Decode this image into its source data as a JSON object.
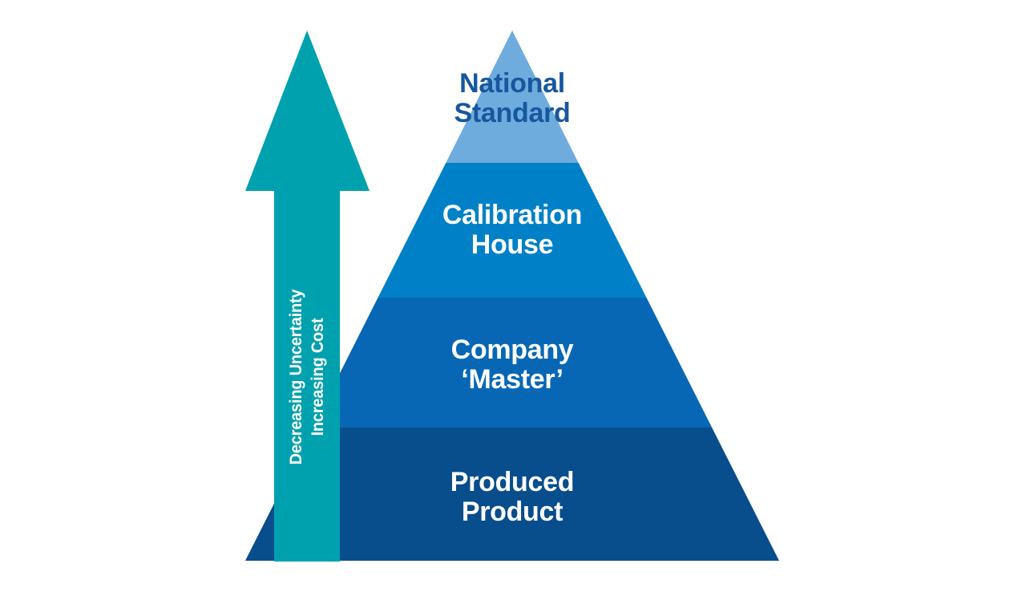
{
  "diagram": {
    "pyramid": {
      "levels": [
        {
          "label": "National Standard",
          "lines": "National\nStandard",
          "fill": "#6FACDE",
          "text_color": "#17579E"
        },
        {
          "label": "Calibration House",
          "lines": "Calibration\nHouse",
          "fill": "#0080C6",
          "text_color": "#FFFFFF"
        },
        {
          "label": "Company ‘Master’",
          "lines": "Company\n‘Master’",
          "fill": "#0767B4",
          "text_color": "#FFFFFF"
        },
        {
          "label": "Produced Product",
          "lines": "Produced\nProduct",
          "fill": "#084D8C",
          "text_color": "#FFFFFF"
        }
      ]
    },
    "arrow": {
      "label": "Decreasing Uncertainty Increasing Cost",
      "lines": "Decreasing Uncertainty\nIncreasing Cost",
      "fill": "#00A1AE",
      "text_color": "#FFFFFF"
    }
  }
}
